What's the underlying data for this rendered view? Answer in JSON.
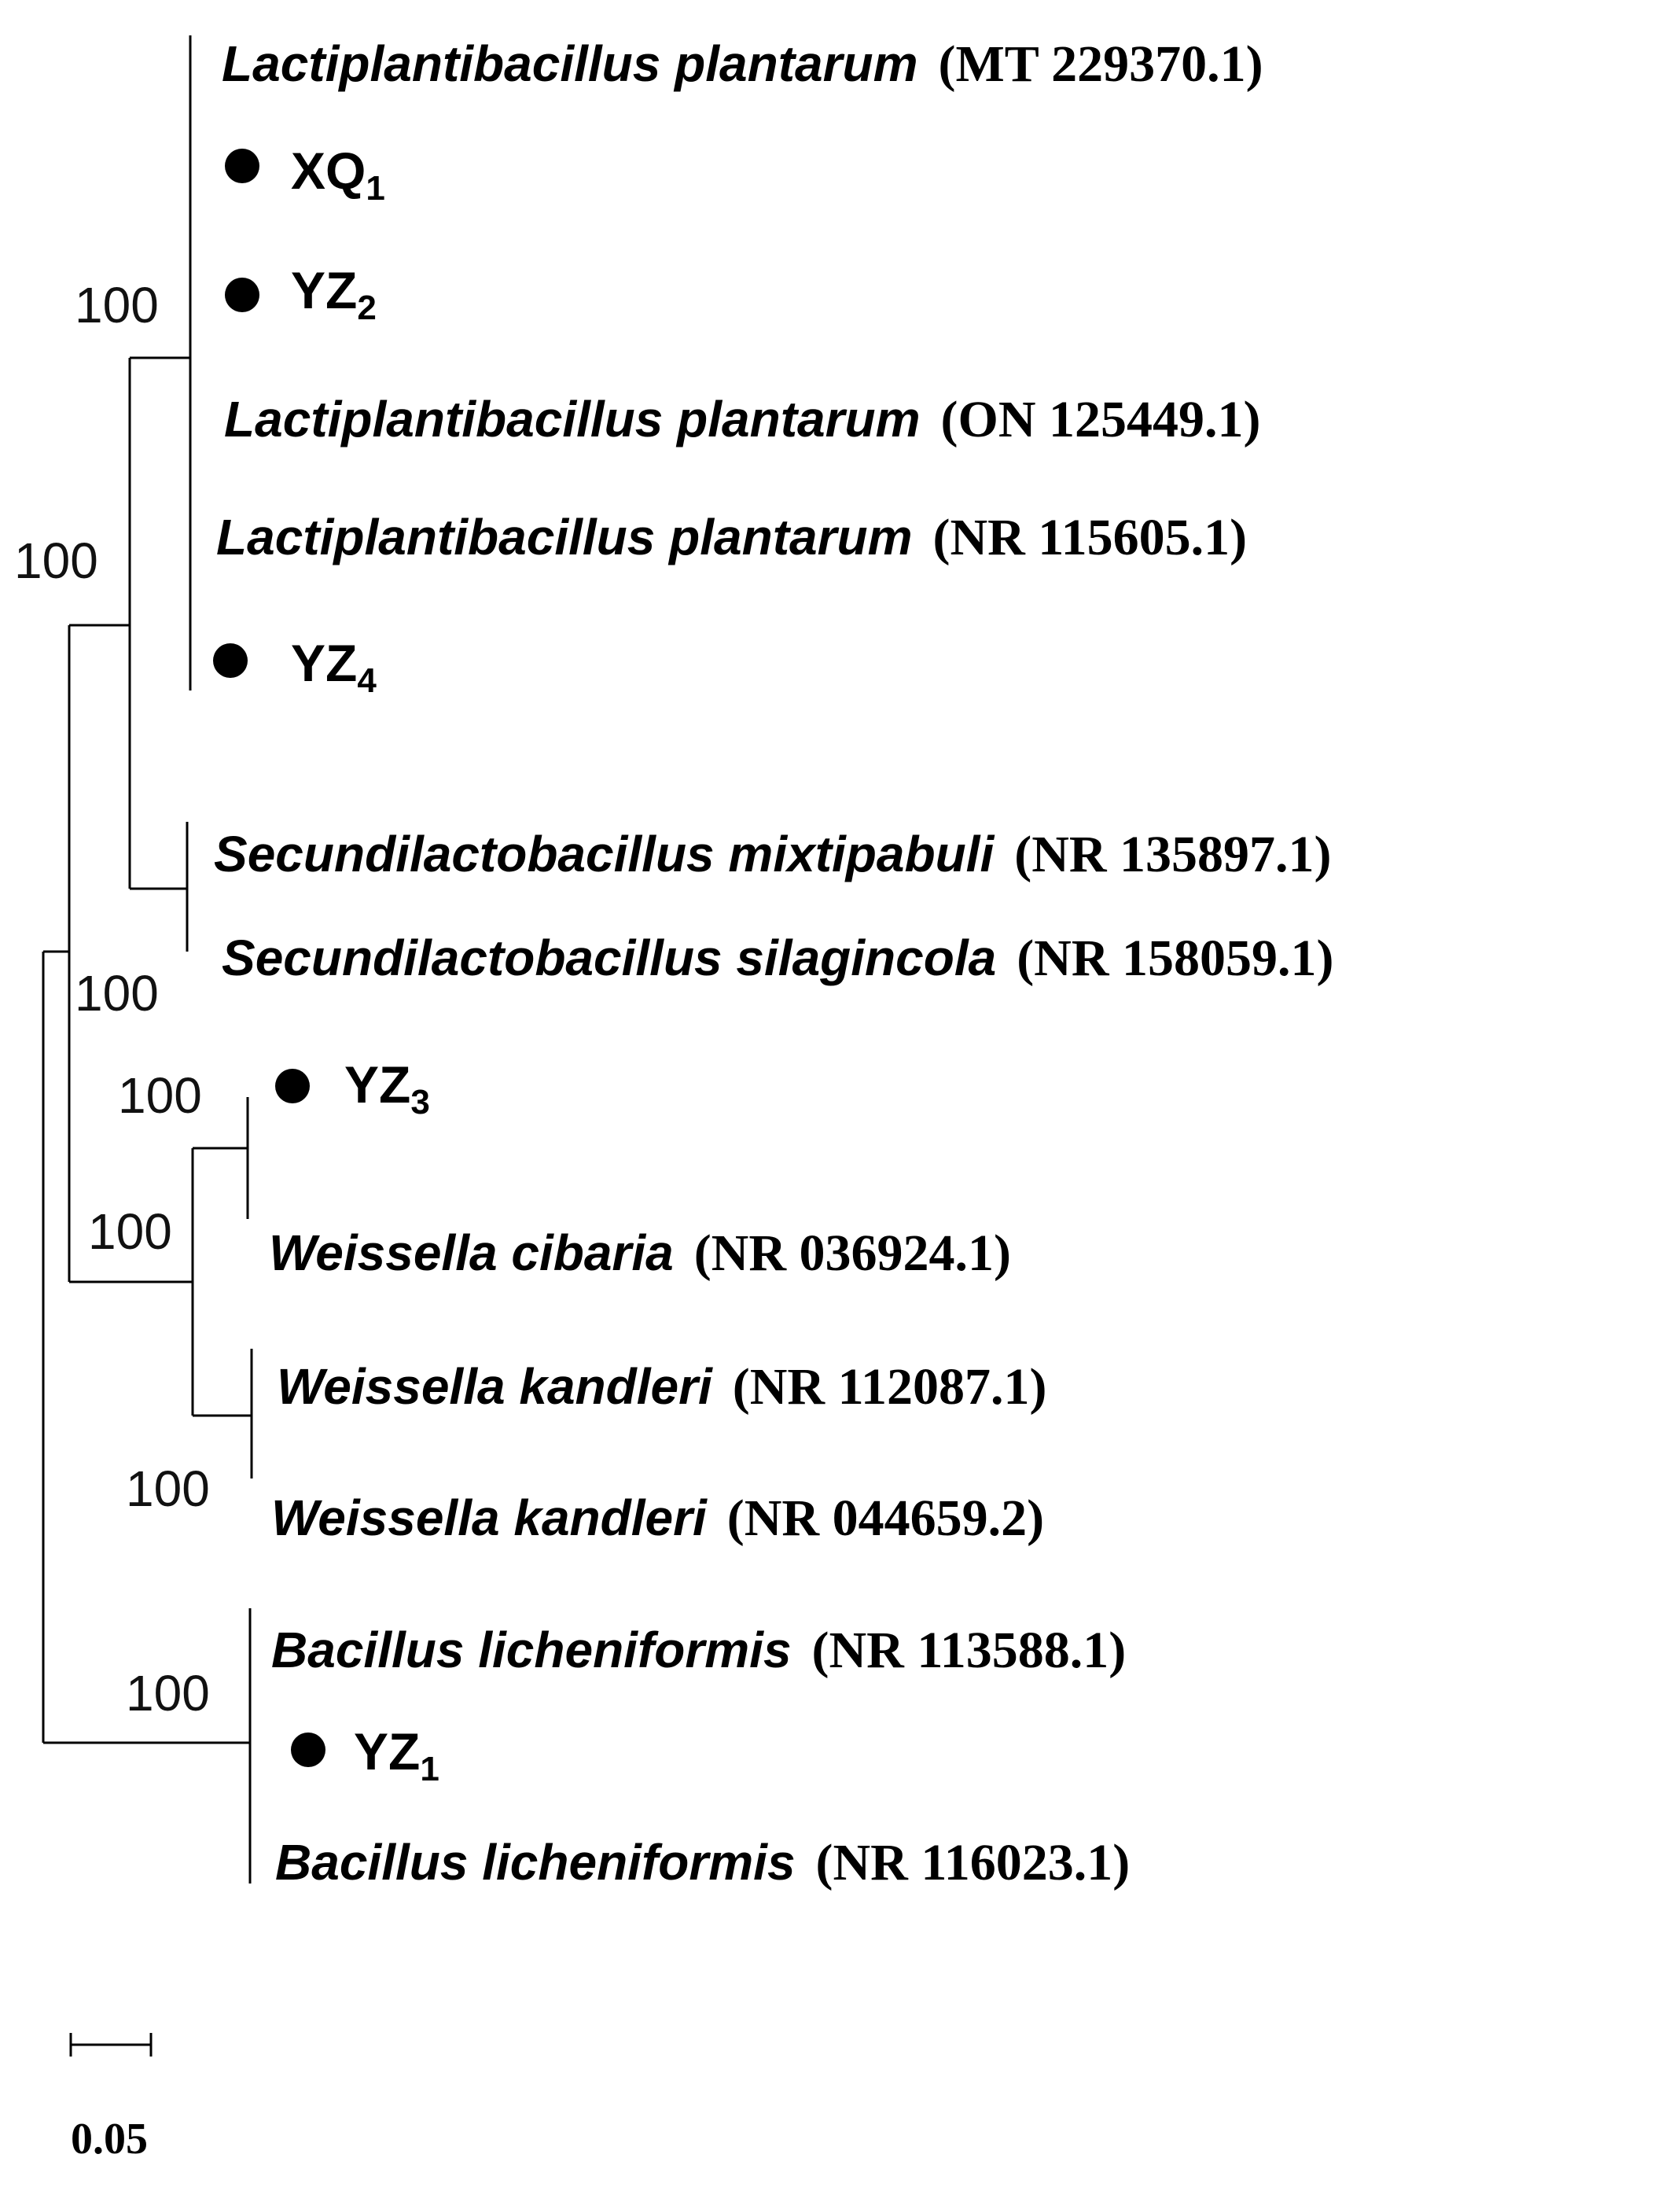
{
  "leaves": [
    {
      "species": "Lactiplantibacillus plantarum",
      "accession": "(MT 229370.1)"
    },
    {
      "isolate": "XQ",
      "sub": "1"
    },
    {
      "isolate": "YZ",
      "sub": "2"
    },
    {
      "species": "Lactiplantibacillus plantarum",
      "accession": "(ON 125449.1)"
    },
    {
      "species": "Lactiplantibacillus plantarum",
      "accession": "(NR 115605.1)"
    },
    {
      "isolate": "YZ",
      "sub": "4"
    },
    {
      "species": "Secundilactobacillus mixtipabuli",
      "accession": "(NR 135897.1)"
    },
    {
      "species": "Secundilactobacillus silagincola",
      "accession": "(NR 158059.1)"
    },
    {
      "isolate": "YZ",
      "sub": "3"
    },
    {
      "species": "Weissella cibaria",
      "accession": "(NR 036924.1)"
    },
    {
      "species": "Weissella kandleri",
      "accession": "(NR 112087.1)"
    },
    {
      "species": "Weissella kandleri",
      "accession": "(NR 044659.2)"
    },
    {
      "species": "Bacillus licheniformis",
      "accession": "(NR 113588.1)"
    },
    {
      "isolate": "YZ",
      "sub": "1"
    },
    {
      "species": "Bacillus licheniformis",
      "accession": "(NR 116023.1)"
    }
  ],
  "bootstrap": [
    "100",
    "100",
    "100",
    "100",
    "100",
    "100",
    "100"
  ],
  "scale_bar": {
    "value": 0.05,
    "label": "0.05"
  }
}
